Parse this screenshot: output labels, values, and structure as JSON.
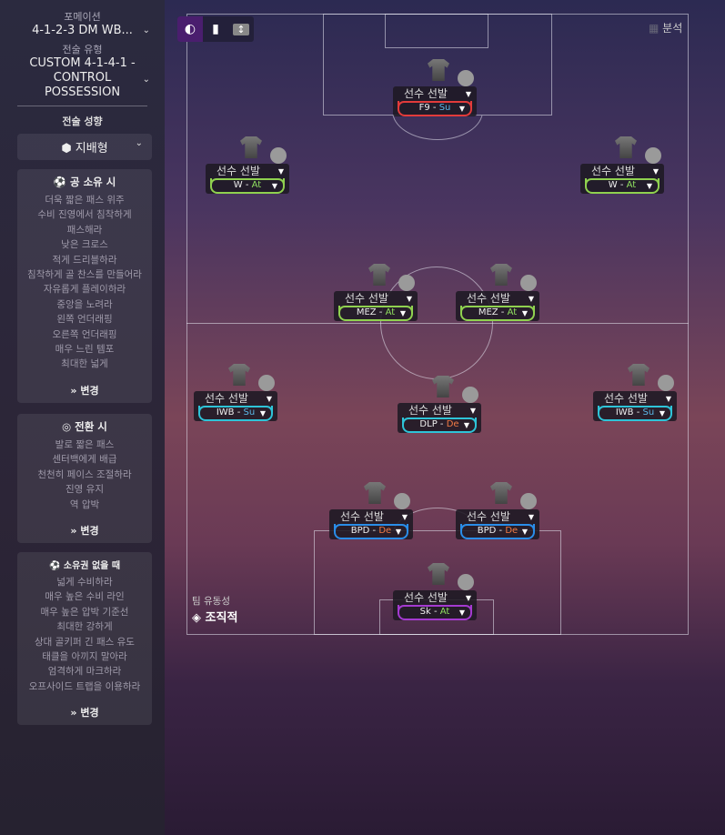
{
  "sidebar": {
    "formation_label": "포메이션",
    "formation_value": "4-1-2-3 DM WB...",
    "tactic_label": "전술 유형",
    "tactic_value_1": "CUSTOM 4-1-4-1 -",
    "tactic_value_2": "CONTROL",
    "tactic_value_3": "POSSESSION",
    "style_label": "전술 성향",
    "style_value": "지배형",
    "in_possession": {
      "title": "공 소유 시",
      "items": [
        "더욱 짧은 패스 위주",
        "수비 진영에서 침착하게",
        "패스해라",
        "낮은 크로스",
        "적게 드리블하라",
        "침착하게 골 찬스를 만들어라",
        "자유롭게 플레이하라",
        "중앙을 노려라",
        "왼쪽 언더래핑",
        "오른쪽 언더래핑",
        "매우 느린 템포",
        "최대한 넓게"
      ],
      "change": "변경"
    },
    "in_transition": {
      "title": "전환 시",
      "items": [
        "발로 짧은 패스",
        "센터백에게 배급",
        "천천히 페이스 조절하라",
        "진영 유지",
        "역 압박"
      ],
      "change": "변경"
    },
    "out_possession": {
      "title": "소유권 없을 때",
      "items": [
        "넓게 수비하라",
        "매우 높은 수비 라인",
        "매우 높은 압박 기준선",
        "최대한 강하게",
        "상대 골키퍼 긴 패스 유도",
        "태클을 아끼지 말아라",
        "엄격하게 마크하라",
        "오프사이드 트랩을 이용하라"
      ],
      "change": "변경"
    }
  },
  "pitch": {
    "analysis": "분석",
    "fluidity_label": "팀 유동성",
    "fluidity_value": "조직적"
  },
  "players": [
    {
      "pick": "선수 선발",
      "role": "F9",
      "duty": "Su",
      "color": "#e23b3b"
    },
    {
      "pick": "선수 선발",
      "role": "W",
      "duty": "At",
      "color": "#8fd14f"
    },
    {
      "pick": "선수 선발",
      "role": "W",
      "duty": "At",
      "color": "#8fd14f"
    },
    {
      "pick": "선수 선발",
      "role": "MEZ",
      "duty": "At",
      "color": "#8fd14f"
    },
    {
      "pick": "선수 선발",
      "role": "MEZ",
      "duty": "At",
      "color": "#8fd14f"
    },
    {
      "pick": "선수 선발",
      "role": "IWB",
      "duty": "Su",
      "color": "#2ec4d8"
    },
    {
      "pick": "선수 선발",
      "role": "DLP",
      "duty": "De",
      "color": "#2ec4d8"
    },
    {
      "pick": "선수 선발",
      "role": "IWB",
      "duty": "Su",
      "color": "#2ec4d8"
    },
    {
      "pick": "선수 선발",
      "role": "BPD",
      "duty": "De",
      "color": "#2a8de8"
    },
    {
      "pick": "선수 선발",
      "role": "BPD",
      "duty": "De",
      "color": "#2a8de8"
    },
    {
      "pick": "선수 선발",
      "role": "Sk",
      "duty": "At",
      "color": "#a43ad0"
    }
  ],
  "duty_colors": {
    "Su": "#5bb8e8",
    "At": "#90e060",
    "De": "#f07a45"
  }
}
